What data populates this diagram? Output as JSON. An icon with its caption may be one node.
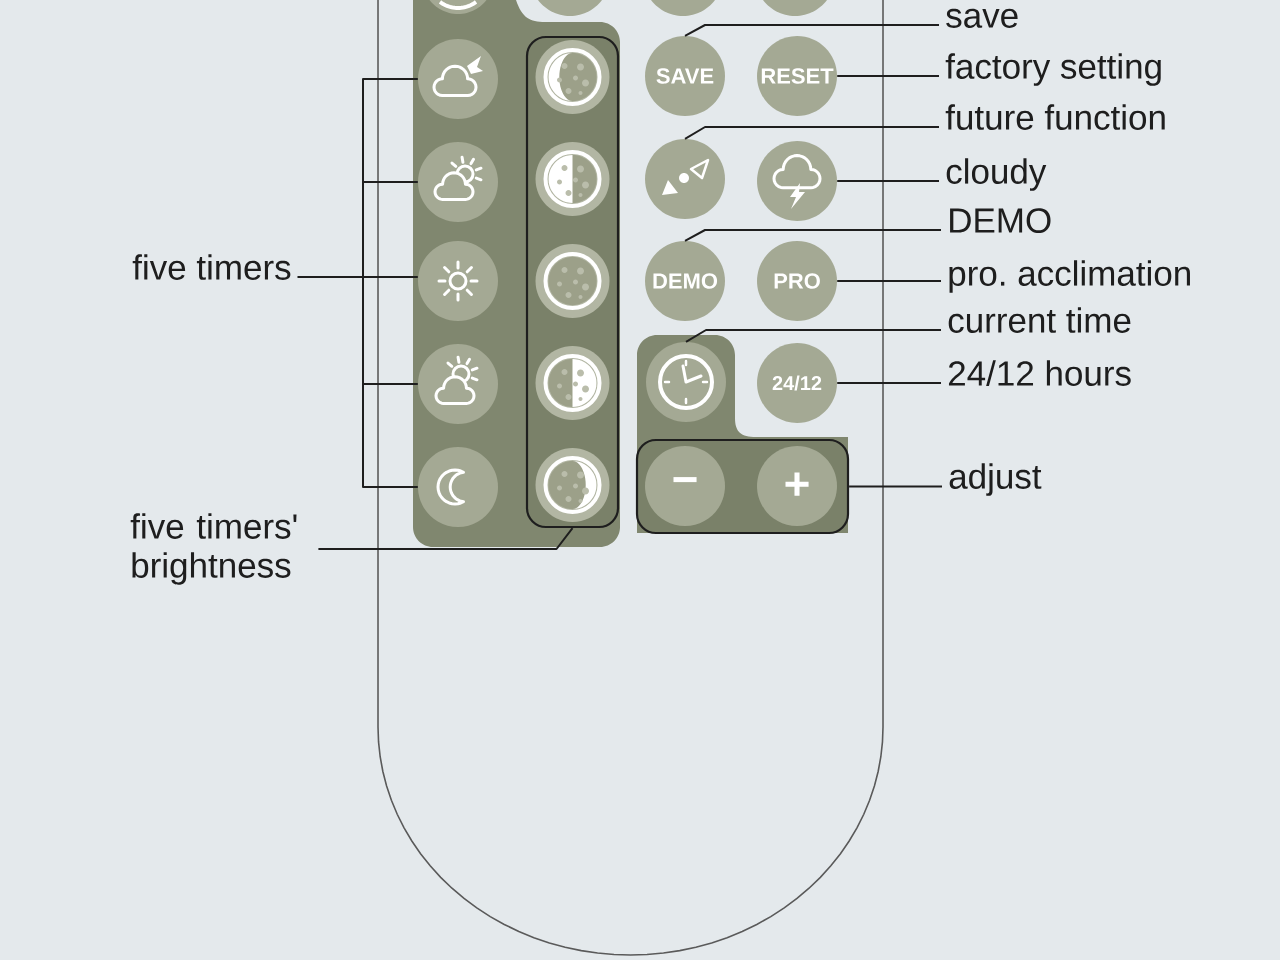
{
  "diagram": {
    "nodes": [
      {
        "text": [],
        "shape": "box"
      },
      {
        "text": [],
        "shape": "box",
        "in": 0
      },
      {
        "text": [],
        "shape": "circle",
        "in": 1
      },
      {
        "text": [],
        "shape": "circle",
        "in": 0
      },
      {
        "text": [],
        "shape": "circle",
        "in": 0
      },
      {
        "text": [],
        "shape": "circle",
        "in": 0
      },
      {
        "text": [
          "save"
        ]
      },
      {
        "text": [],
        "shape": "box",
        "in": 1
      },
      {
        "text": [],
        "shape": "circle",
        "in": 1
      },
      {
        "text": [],
        "shape": "circle",
        "in": 7
      },
      {
        "text": [
          "SAVE"
        ],
        "in": 0
      },
      {
        "text": [
          "RESET"
        ],
        "in": 0
      },
      {
        "text": [
          "factory setting"
        ]
      },
      {
        "text": [
          "future function"
        ]
      },
      {
        "text": [],
        "shape": "circle",
        "in": 1
      },
      {
        "text": [],
        "shape": "circle",
        "in": 7
      },
      {
        "text": [],
        "shape": "circle",
        "in": 0
      },
      {
        "text": [],
        "shape": "circle",
        "in": 0
      },
      {
        "text": [
          "cloudy"
        ]
      },
      {
        "text": [
          "DEMO"
        ]
      },
      {
        "text": [
          "five timers"
        ]
      },
      {
        "text": [],
        "shape": "circle",
        "in": 1
      },
      {
        "text": [],
        "shape": "circle",
        "in": 7
      },
      {
        "text": [
          "DEMO"
        ],
        "in": 0
      },
      {
        "text": [
          "PRO"
        ],
        "in": 0
      },
      {
        "text": [
          "pro. acclimation"
        ]
      },
      {
        "text": [
          "current time"
        ]
      },
      {
        "text": [],
        "shape": "box",
        "in": 0
      },
      {
        "text": [],
        "shape": "circle",
        "in": 1
      },
      {
        "text": [],
        "shape": "circle",
        "in": 7
      },
      {
        "text": [],
        "shape": "circle",
        "in": 27
      },
      {
        "text": [
          "24/12"
        ],
        "in": 0
      },
      {
        "text": [
          "24/12 hours"
        ]
      },
      {
        "text": [],
        "shape": "circle",
        "in": 1
      },
      {
        "text": [],
        "shape": "circle",
        "in": 7
      },
      {
        "text": [],
        "shape": "box",
        "in": 27
      },
      {
        "text": [
          "−"
        ],
        "in": 35
      },
      {
        "text": [
          "+"
        ],
        "in": 35
      },
      {
        "text": [
          "adjust"
        ]
      },
      {
        "text": [
          "five timers' brightness"
        ]
      }
    ],
    "edges": [
      {
        "from": 6,
        "to": 10,
        "arrow": "none"
      },
      {
        "from": 12,
        "to": 11,
        "arrow": "none"
      },
      {
        "from": 13,
        "to": 16,
        "arrow": "none"
      },
      {
        "from": 18,
        "to": 17,
        "arrow": "none"
      },
      {
        "from": 19,
        "to": 23,
        "arrow": "none"
      },
      {
        "from": 25,
        "to": 24,
        "arrow": "none"
      },
      {
        "from": 26,
        "to": 30,
        "arrow": "none"
      },
      {
        "from": 32,
        "to": 31,
        "arrow": "none"
      },
      {
        "from": 38,
        "to": 35,
        "arrow": "none"
      },
      {
        "from": 20,
        "to": 8,
        "arrow": "none"
      },
      {
        "from": 20,
        "to": 14,
        "arrow": "none"
      },
      {
        "from": 20,
        "to": 21,
        "arrow": "none"
      },
      {
        "from": 20,
        "to": 28,
        "arrow": "none"
      },
      {
        "from": 20,
        "to": 33,
        "arrow": "none"
      },
      {
        "from": 39,
        "to": 7,
        "arrow": "none"
      }
    ]
  }
}
